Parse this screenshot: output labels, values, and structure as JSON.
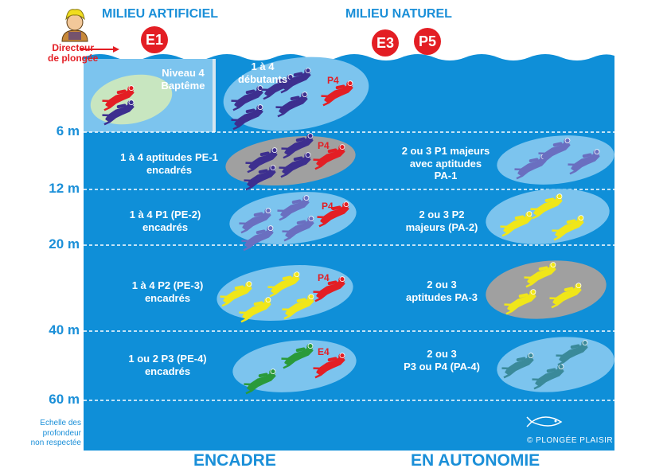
{
  "header": {
    "left_title": "MILIEU ARTIFICIEL",
    "right_title": "MILIEU NATUREL",
    "badges": [
      "E1",
      "E3",
      "P5"
    ],
    "director_label_line1": "Directeur",
    "director_label_line2": "de plongée"
  },
  "depth_scale": [
    "6 m",
    "12 m",
    "20 m",
    "40 m",
    "60 m"
  ],
  "scale_note": [
    "Echelle des",
    "profondeur",
    "non respectée"
  ],
  "zones": {
    "bapteme": [
      "Niveau 4",
      "Baptême"
    ],
    "debutants": [
      "1 à 4",
      "débutants"
    ]
  },
  "encadre": [
    {
      "lines": [
        "1 à 4 aptitudes PE-1",
        "encadrés"
      ],
      "tag": "P4"
    },
    {
      "lines": [
        "1 à 4 P1 (PE-2)",
        "encadrés"
      ],
      "tag": "P4"
    },
    {
      "lines": [
        "1 à 4 P2 (PE-3)",
        "encadrés"
      ],
      "tag": "P4"
    },
    {
      "lines": [
        "1 ou 2 P3 (PE-4)",
        "encadrés"
      ],
      "tag": "E4"
    }
  ],
  "debutants_tag": "P4",
  "autonomie": [
    {
      "lines": [
        "2 ou 3 P1 majeurs",
        "avec aptitudes",
        "PA-1"
      ]
    },
    {
      "lines": [
        "2 ou 3 P2",
        "majeurs (PA-2)"
      ]
    },
    {
      "lines": [
        "2 ou 3",
        "aptitudes PA-3"
      ]
    },
    {
      "lines": [
        "2 ou 3",
        "P3 ou P4 (PA-4)"
      ]
    }
  ],
  "footer": {
    "left": "ENCADRE",
    "right": "EN AUTONOMIE",
    "credit": "© PLONGÉE PLAISIR"
  },
  "colors": {
    "water": "#0f8fd8",
    "pool": "#7cc4ee",
    "accent_red": "#e31e24",
    "depth_text": "#1a8fd8",
    "diver_dark": "#3d2f8f",
    "diver_mid": "#6a6fc0",
    "diver_yellow": "#f0e619",
    "diver_green": "#2a9a3a",
    "diver_teal": "#3a8a9a",
    "diver_red": "#e31e24"
  }
}
